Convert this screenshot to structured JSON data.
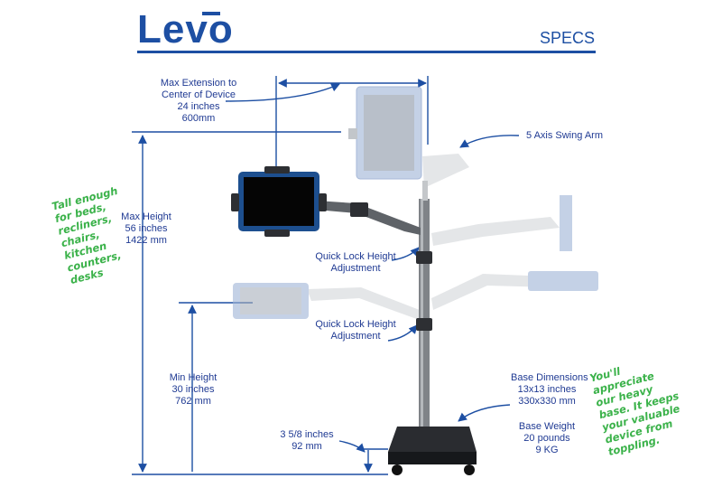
{
  "brand": {
    "logo": "Levo",
    "section": "SPECS"
  },
  "labels": {
    "max_extension": [
      "Max Extension to",
      "Center of Device",
      "24 inches",
      "600mm"
    ],
    "swing_arm": "5 Axis Swing Arm",
    "max_height": [
      "Max Height",
      "56 inches",
      "1422 mm"
    ],
    "quick_lock_1": [
      "Quick Lock Height",
      "Adjustment"
    ],
    "quick_lock_2": [
      "Quick Lock Height",
      "Adjustment"
    ],
    "min_height": [
      "Min Height",
      "30 inches",
      "762 mm"
    ],
    "base_clearance": [
      "3 5/8 inches",
      "92 mm"
    ],
    "base_dimensions": [
      "Base Dimensions",
      "13x13 inches",
      "330x330 mm"
    ],
    "base_weight": [
      "Base Weight",
      "20 pounds",
      "9 KG"
    ]
  },
  "notes": {
    "left": [
      "Tall enough",
      "for beds,",
      "recliners,",
      "chairs,",
      "kitchen",
      "counters,",
      "desks"
    ],
    "right": [
      "You'll",
      "appreciate",
      "our heavy",
      "base. It keeps",
      "your valuable",
      "device from",
      "toppling."
    ]
  },
  "colors": {
    "brand_blue": "#1d4fa3",
    "label_blue": "#1f3a93",
    "note_green": "#3bb24a",
    "pole": "#7f8388"
  }
}
